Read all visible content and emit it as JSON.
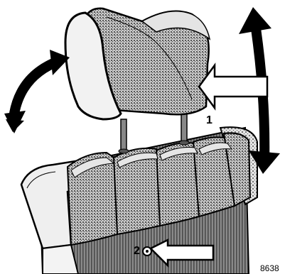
{
  "figure": {
    "callouts": {
      "c1": "1",
      "c2": "2"
    },
    "figure_number": "8638"
  },
  "colors": {
    "ink": "#000000",
    "paper": "#ffffff",
    "fabric_dark": "#6b6b6b",
    "fabric_light": "#d9d9d9",
    "trim": "#e9e9e9"
  },
  "icons": [
    "curved-double-arrow",
    "vertical-double-arrow",
    "horizontal-arrow",
    "push-arrow",
    "release-button"
  ]
}
